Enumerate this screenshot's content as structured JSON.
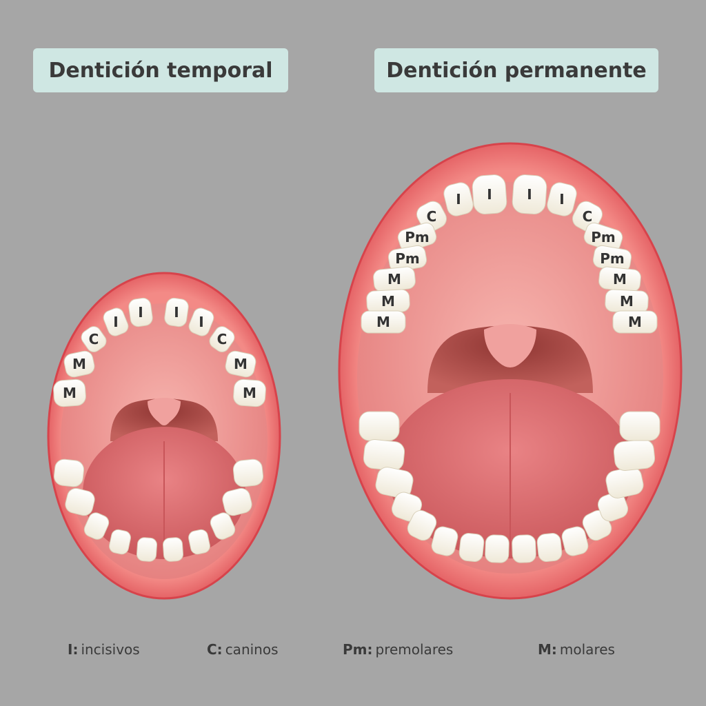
{
  "titles": {
    "temporal": "Dentición temporal",
    "permanente": "Dentición permanente"
  },
  "temporal_upper_labels": {
    "left_incisor_2": "I",
    "left_incisor_1": "I",
    "right_incisor_1": "I",
    "right_incisor_2": "I",
    "left_canine": "C",
    "right_canine": "C",
    "left_molar_1": "M",
    "left_molar_2": "M",
    "right_molar_1": "M",
    "right_molar_2": "M"
  },
  "permanente_upper_labels": {
    "left_incisor_2": "I",
    "left_incisor_1": "I",
    "right_incisor_1": "I",
    "right_incisor_2": "I",
    "left_canine": "C",
    "right_canine": "C",
    "left_premolar_1": "Pm",
    "left_premolar_2": "Pm",
    "right_premolar_1": "Pm",
    "right_premolar_2": "Pm",
    "left_molar_1": "M",
    "left_molar_2": "M",
    "left_molar_3": "M",
    "right_molar_1": "M",
    "right_molar_2": "M",
    "right_molar_3": "M"
  },
  "legend": {
    "incisivos_key": "I:",
    "incisivos_text": "incisivos",
    "caninos_key": "C:",
    "caninos_text": "caninos",
    "premolares_key": "Pm:",
    "premolares_text": "premolares",
    "molares_key": "M:",
    "molares_text": "molares"
  },
  "colors": {
    "background": "#a6a6a6",
    "title_box": "#cfe7e3",
    "lip": "#e0585e",
    "mouth_inner": "#f0a39f",
    "throat": "#b4514e",
    "tongue": "#dc6f72",
    "tooth": "#fdfbf4"
  }
}
